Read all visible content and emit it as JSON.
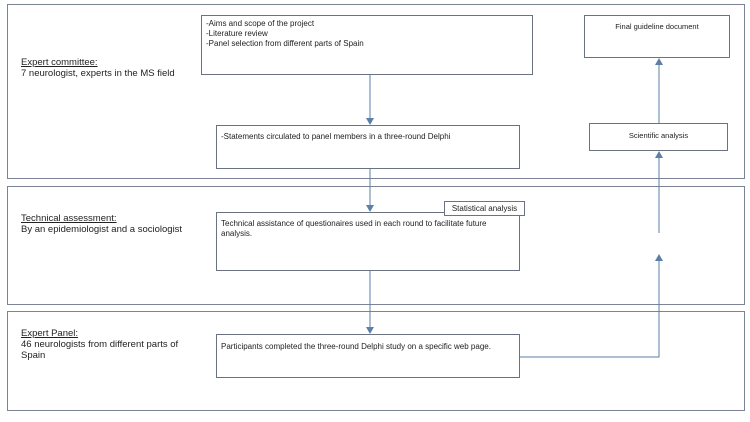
{
  "sections": {
    "expert_committee": {
      "title": "Expert committee:",
      "desc": "7 neurologist, experts in the MS field"
    },
    "technical_assessment": {
      "title": "Technical assessment:",
      "desc": "By an epidemiologist and a sociologist"
    },
    "expert_panel": {
      "title": "Expert Panel:",
      "desc_1": "46 neurologists from different parts of",
      "desc_2": "Spain"
    }
  },
  "boxes": {
    "project_setup": {
      "lines": [
        "-Aims and scope of the project",
        "-Literature review",
        "-Panel selection  from  different parts of Spain"
      ]
    },
    "delphi_statements": {
      "text": "-Statements circulated to panel members  in  a three-round  Delphi"
    },
    "technical_assistance": {
      "line_1": "Technical assistance of questionaires used in each round  to facilitate future",
      "line_2": "analysis."
    },
    "participants": {
      "text": "Participants completed the three-round Delphi study on a specific web page."
    },
    "statistical_analysis": {
      "text": "Statistical analysis"
    },
    "scientific_analysis": {
      "text": "Scientific analysis"
    },
    "final_guideline": {
      "text": "Final guideline document"
    }
  },
  "colors": {
    "arrow": "#5b7fa6",
    "border": "#6b7280"
  }
}
